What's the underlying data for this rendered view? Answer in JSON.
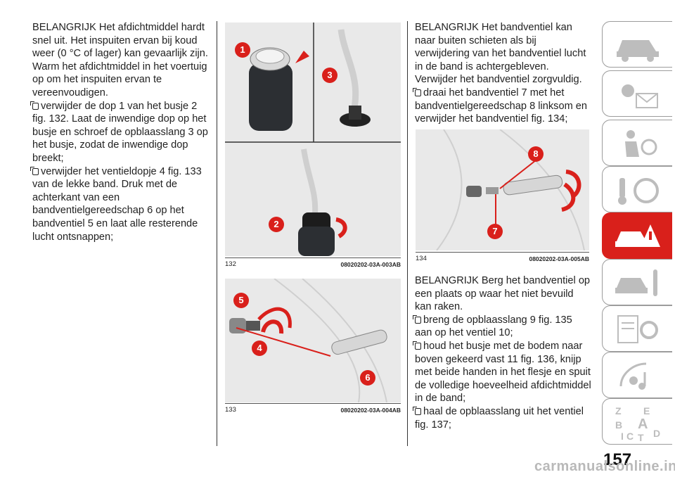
{
  "column1": {
    "intro": "BELANGRIJK Het afdichtmiddel hardt snel uit. Het inspuiten ervan bij koud weer (0 °C of lager) kan gevaarlijk zijn. Warm het afdichtmiddel in het voertuig op om het inspuiten ervan te vereenvoudigen.",
    "step1": "verwijder de dop 1 van het busje 2 fig. 132. Laat de inwendige dop op het busje en schroef de opblaasslang 3 op het busje, zodat de inwendige dop breekt;",
    "step2": "verwijder het ventieldopje 4 fig. 133 van de lekke band. Druk met de achterkant van een bandventielgereedschap 6 op het bandventiel 5 en laat alle resterende lucht ontsnappen;"
  },
  "figure132": {
    "number": "132",
    "code": "08020202-03A-003AB",
    "markers": [
      "1",
      "2",
      "3"
    ]
  },
  "figure133": {
    "number": "133",
    "code": "08020202-03A-004AB",
    "markers": [
      "4",
      "5",
      "6"
    ]
  },
  "column3": {
    "intro": "BELANGRIJK Het bandventiel kan naar buiten schieten als bij verwijdering van het bandventiel lucht in de band is achtergebleven. Verwijder het bandventiel zorgvuldig.",
    "step1": "draai het bandventiel 7 met het bandventielgereedschap 8 linksom en verwijder het bandventiel fig. 134;",
    "note2": "BELANGRIJK Berg het bandventiel op een plaats op waar het niet bevuild kan raken.",
    "step2": "breng de opblaasslang 9 fig. 135 aan op het ventiel 10;",
    "step3": "houd het busje met de bodem naar boven gekeerd vast 11 fig. 136, knijp met beide handen in het flesje en spuit de volledige hoeveelheid afdichtmiddel in de band;",
    "step4": "haal de opblaasslang uit het ventiel fig. 137;"
  },
  "figure134": {
    "number": "134",
    "code": "08020202-03A-005AB",
    "markers": [
      "7",
      "8"
    ]
  },
  "sidebar": {
    "tabs": [
      {
        "icon": "car-icon"
      },
      {
        "icon": "warning-lights-icon"
      },
      {
        "icon": "airbag-seat-icon"
      },
      {
        "icon": "steering-key-icon"
      },
      {
        "icon": "emergency-car-icon",
        "active": true
      },
      {
        "icon": "maintenance-car-icon"
      },
      {
        "icon": "specs-gear-icon"
      },
      {
        "icon": "multimedia-icon"
      },
      {
        "icon": "index-letters-icon"
      }
    ],
    "index_letters": [
      "Z",
      "E",
      "A",
      "B",
      "C",
      "T",
      "D",
      "I"
    ],
    "active_color": "#d9201b"
  },
  "page": {
    "number": "157",
    "watermark": "carmanualsonline.info"
  }
}
